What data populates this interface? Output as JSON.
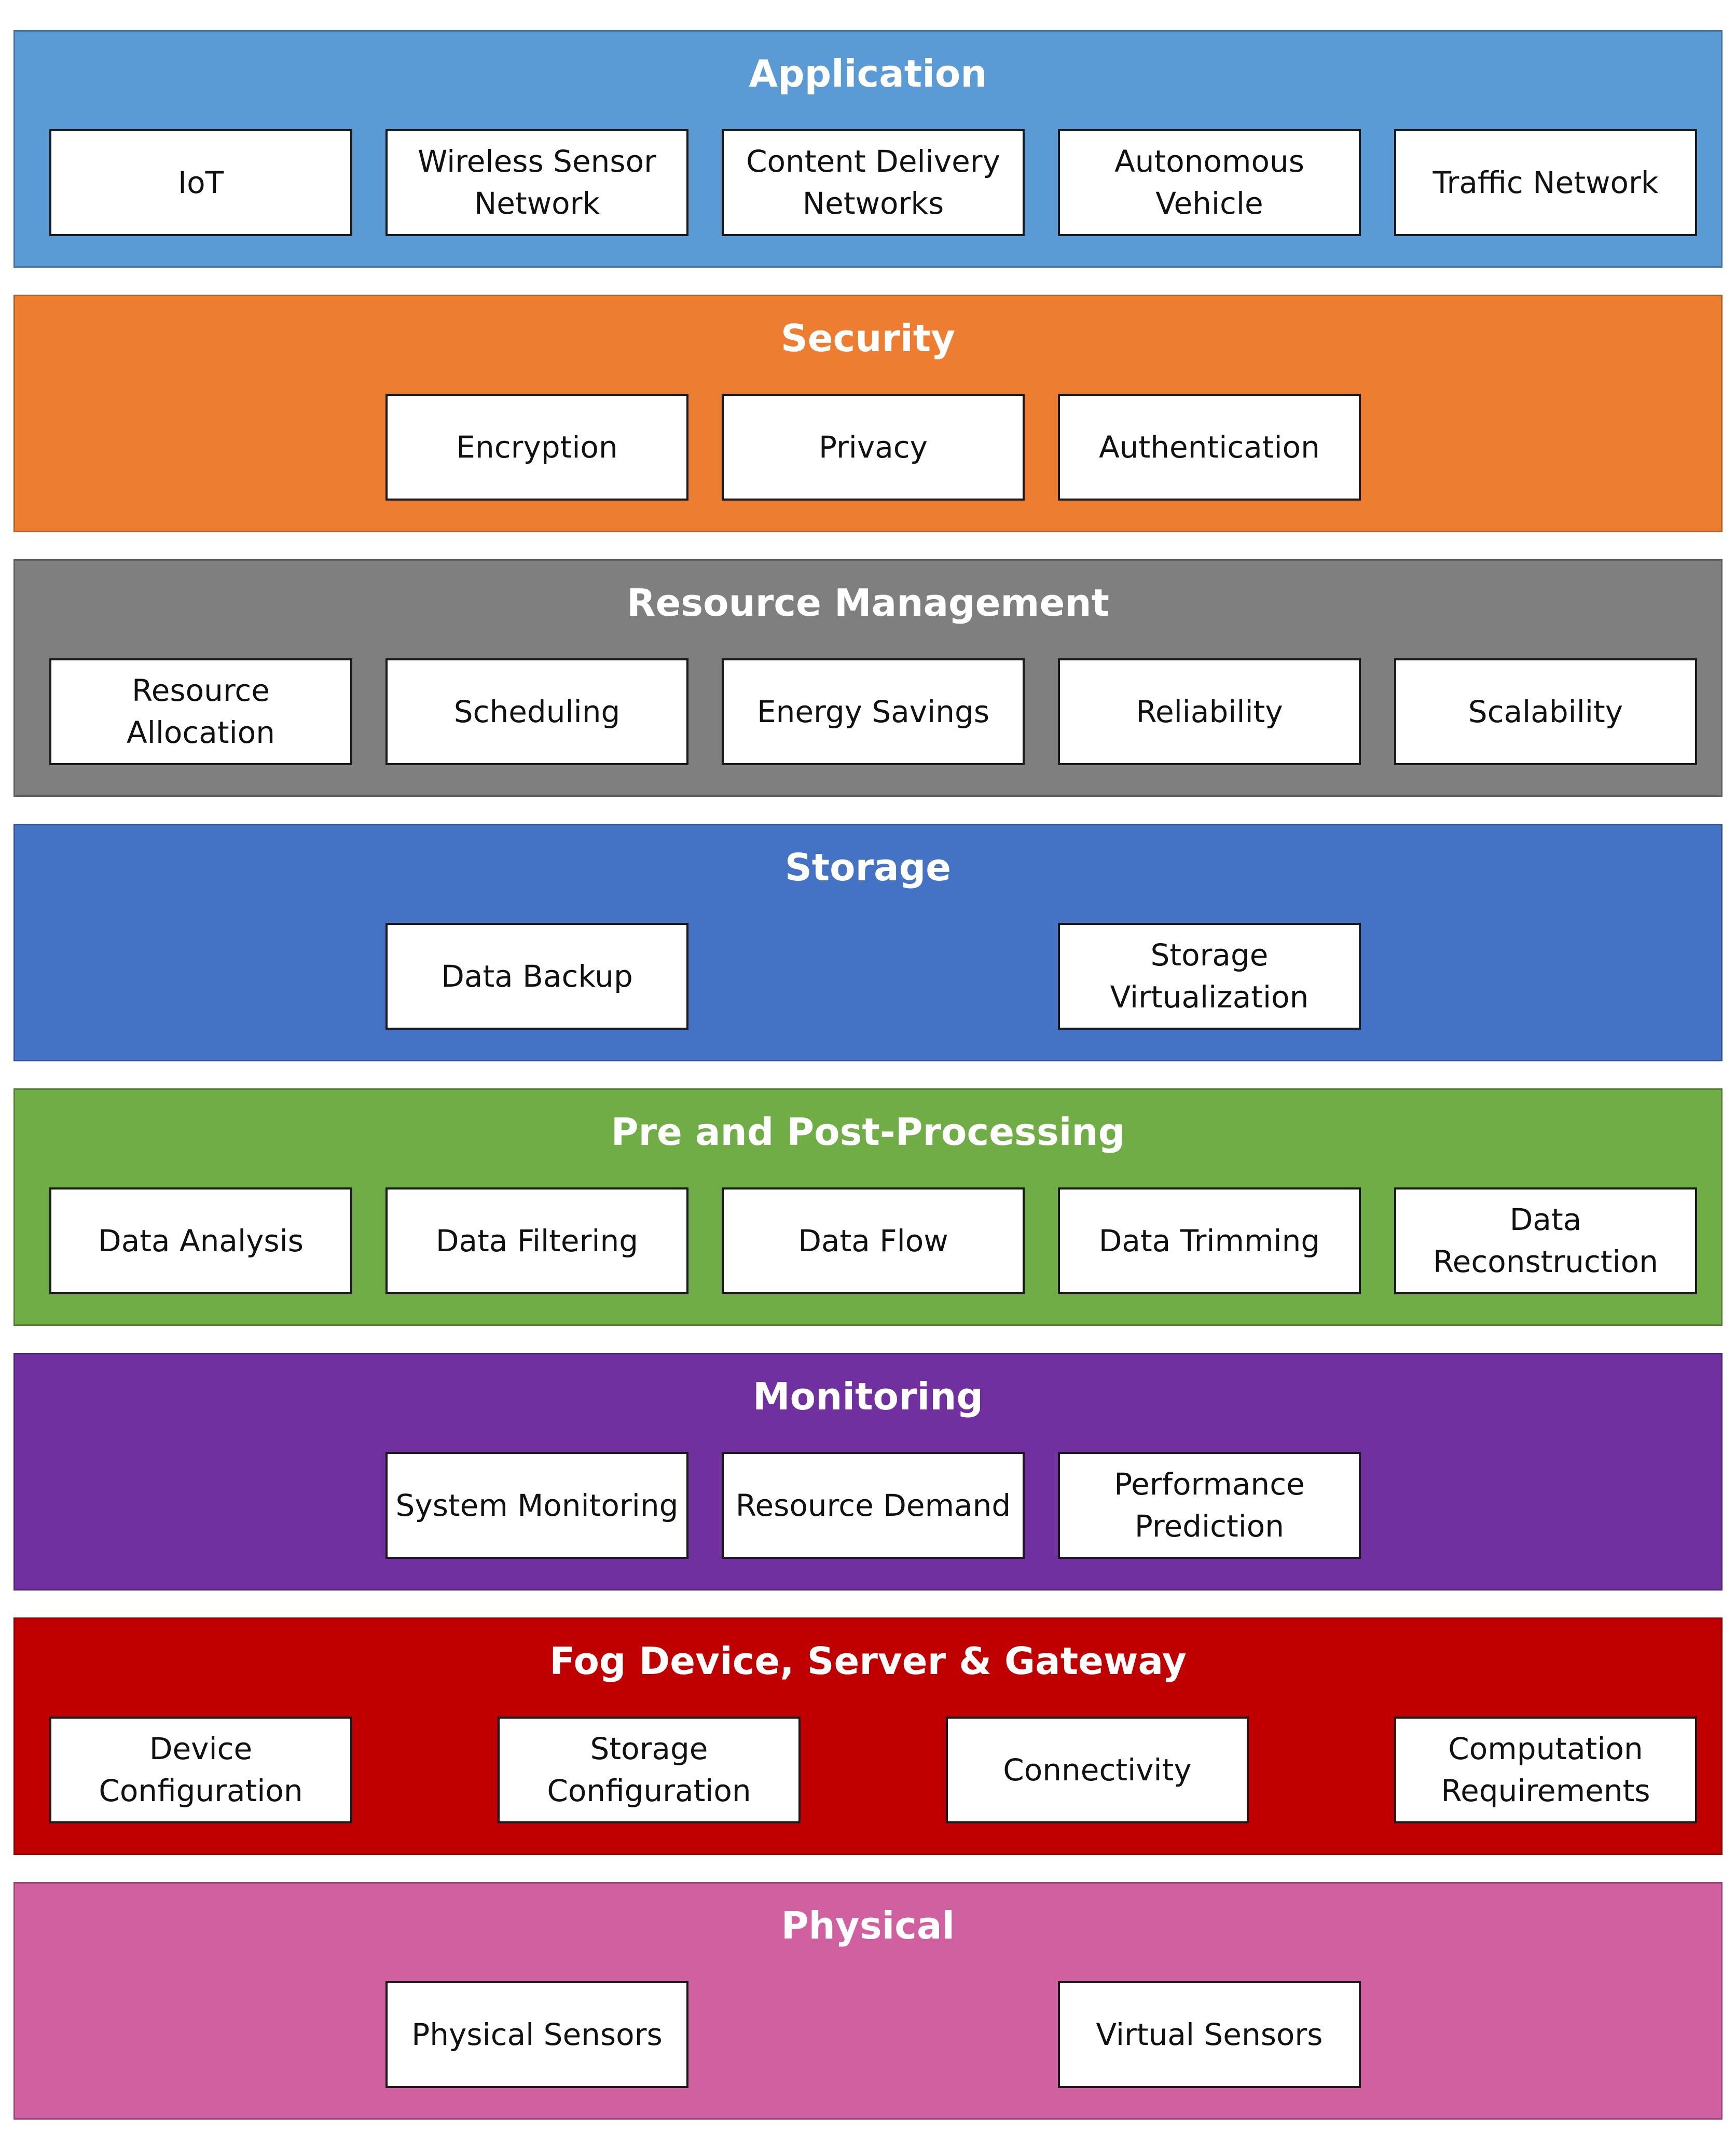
{
  "layers": [
    {
      "title": "Application",
      "color": "#5b9bd5",
      "items": [
        "IoT",
        "Wireless Sensor Network",
        "Content Delivery Networks",
        "Autonomous Vehicle",
        "Traffic Network"
      ]
    },
    {
      "title": "Security",
      "color": "#ed7d31",
      "items": [
        "Encryption",
        "Privacy",
        "Authentication"
      ]
    },
    {
      "title": "Resource Management",
      "color": "#7f7f7f",
      "items": [
        "Resource Allocation",
        "Scheduling",
        "Energy Savings",
        "Reliability",
        "Scalability"
      ]
    },
    {
      "title": "Storage",
      "color": "#4472c4",
      "items": [
        "Data Backup",
        "Storage Virtualization"
      ]
    },
    {
      "title": "Pre and Post-Processing",
      "color": "#70ad47",
      "items": [
        "Data Analysis",
        "Data Filtering",
        "Data Flow",
        "Data Trimming",
        "Data Reconstruction"
      ]
    },
    {
      "title": "Monitoring",
      "color": "#7030a0",
      "items": [
        "System Monitoring",
        "Resource Demand",
        "Performance Prediction"
      ]
    },
    {
      "title": "Fog Device, Server & Gateway",
      "color": "#c00000",
      "items": [
        "Device Configuration",
        "Storage Configuration",
        "Connectivity",
        "Computation Requirements"
      ]
    },
    {
      "title": "Physical",
      "color": "#d160a0",
      "items": [
        "Physical Sensors",
        "Virtual Sensors"
      ]
    }
  ]
}
